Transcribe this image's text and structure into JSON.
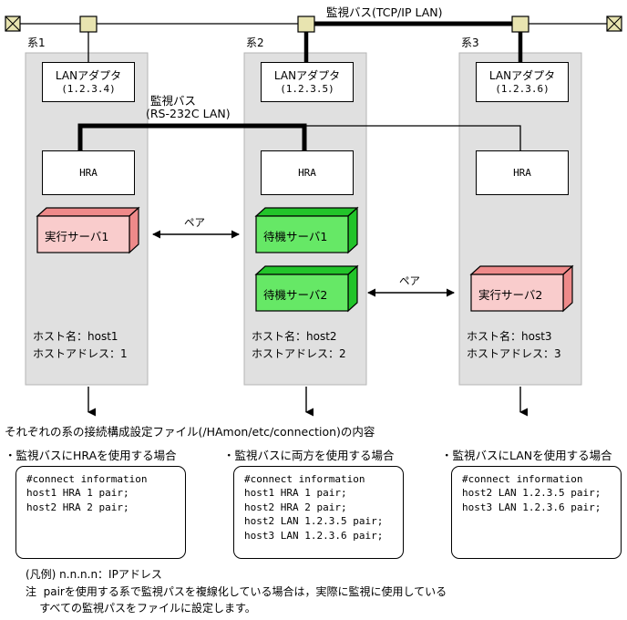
{
  "diagram": {
    "top_bus_label": "監視バス(TCP/IP LAN)",
    "rs232_bus_label_line1": "監視バス",
    "rs232_bus_label_line2": "(RS-232C LAN)",
    "pair_label": "ペア",
    "colors": {
      "panel_fill": "#e0e0e0",
      "node_fill": "#e8e4b0",
      "active_server_front": "#f9cccc",
      "active_server_shade": "#ee8a8a",
      "standby_server_front": "#66e866",
      "standby_server_shade": "#22c42a",
      "line": "#000000"
    },
    "systems": [
      {
        "name": "系1",
        "adapter_line1": "LANアダプタ",
        "adapter_line2": "(1.2.3.4)",
        "hra_label": "HRA",
        "servers": [
          {
            "label": "実行サーバ1",
            "state": "active"
          }
        ],
        "hostname_line": "ホスト名：host1",
        "hostaddress_line": "ホストアドレス：1"
      },
      {
        "name": "系2",
        "adapter_line1": "LANアダプタ",
        "adapter_line2": "(1.2.3.5)",
        "hra_label": "HRA",
        "servers": [
          {
            "label": "待機サーバ1",
            "state": "standby"
          },
          {
            "label": "待機サーバ2",
            "state": "standby"
          }
        ],
        "hostname_line": "ホスト名：host2",
        "hostaddress_line": "ホストアドレス：2"
      },
      {
        "name": "系3",
        "adapter_line1": "LANアダプタ",
        "adapter_line2": "(1.2.3.6)",
        "hra_label": "HRA",
        "servers": [
          {
            "label": "実行サーバ2",
            "state": "active"
          }
        ],
        "hostname_line": "ホスト名：host3",
        "hostaddress_line": "ホストアドレス：3"
      }
    ]
  },
  "config": {
    "caption": "それぞれの系の接続構成設定ファイル(/HAmon/etc/connection)の内容",
    "cases": [
      {
        "heading": "・監視バスにHRAを使用する場合",
        "content": "#connect information\nhost1 HRA 1 pair;\nhost2 HRA 2 pair;"
      },
      {
        "heading": "・監視バスに両方を使用する場合",
        "content": "#connect information\nhost1 HRA 1 pair;\nhost2 HRA 2 pair;\nhost2 LAN 1.2.3.5 pair;\nhost3 LAN 1.2.3.6 pair;"
      },
      {
        "heading": "・監視バスにLANを使用する場合",
        "content": "#connect information\nhost2 LAN 1.2.3.5 pair;\nhost3 LAN 1.2.3.6 pair;"
      }
    ]
  },
  "footer": {
    "legend": "(凡例) n.n.n.n：IPアドレス",
    "note_line1": "注  pairを使用する系で監視パスを複線化している場合は，実際に監視に使用している",
    "note_line2": "    すべての監視パスをファイルに設定します。"
  }
}
